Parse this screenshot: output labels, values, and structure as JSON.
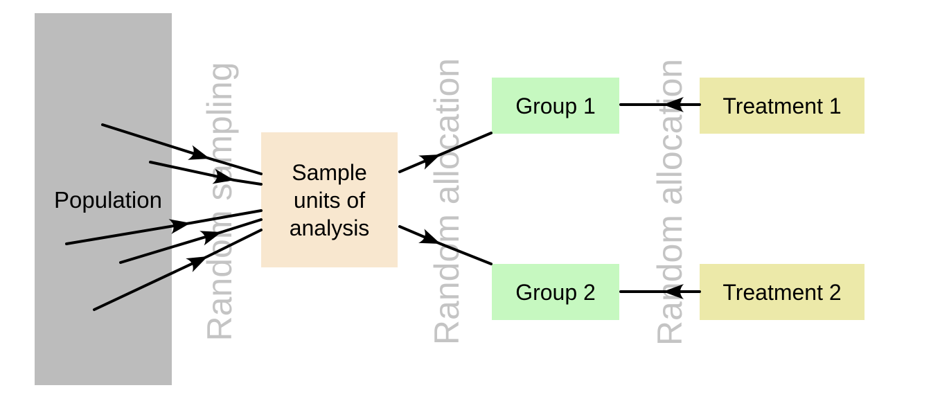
{
  "diagram": {
    "population": {
      "label": "Population"
    },
    "sample": {
      "label": "Sample units of analysis"
    },
    "groups": [
      {
        "label": "Group 1"
      },
      {
        "label": "Group 2"
      }
    ],
    "treatments": [
      {
        "label": "Treatment 1"
      },
      {
        "label": "Treatment 2"
      }
    ],
    "stage_labels": {
      "sampling": "Random sampling",
      "allocation_top": "Random allocation",
      "allocation_right": "Random allocation"
    },
    "colors": {
      "background": "#ffffff",
      "population_fill": "#bcbcbc",
      "sample_fill": "#f8e7cf",
      "group_fill": "#c6f8c0",
      "treatment_fill": "#ece9a9",
      "stage_label_text": "#c4c4c4",
      "label_text": "#000000",
      "arrow": "#000000"
    }
  }
}
